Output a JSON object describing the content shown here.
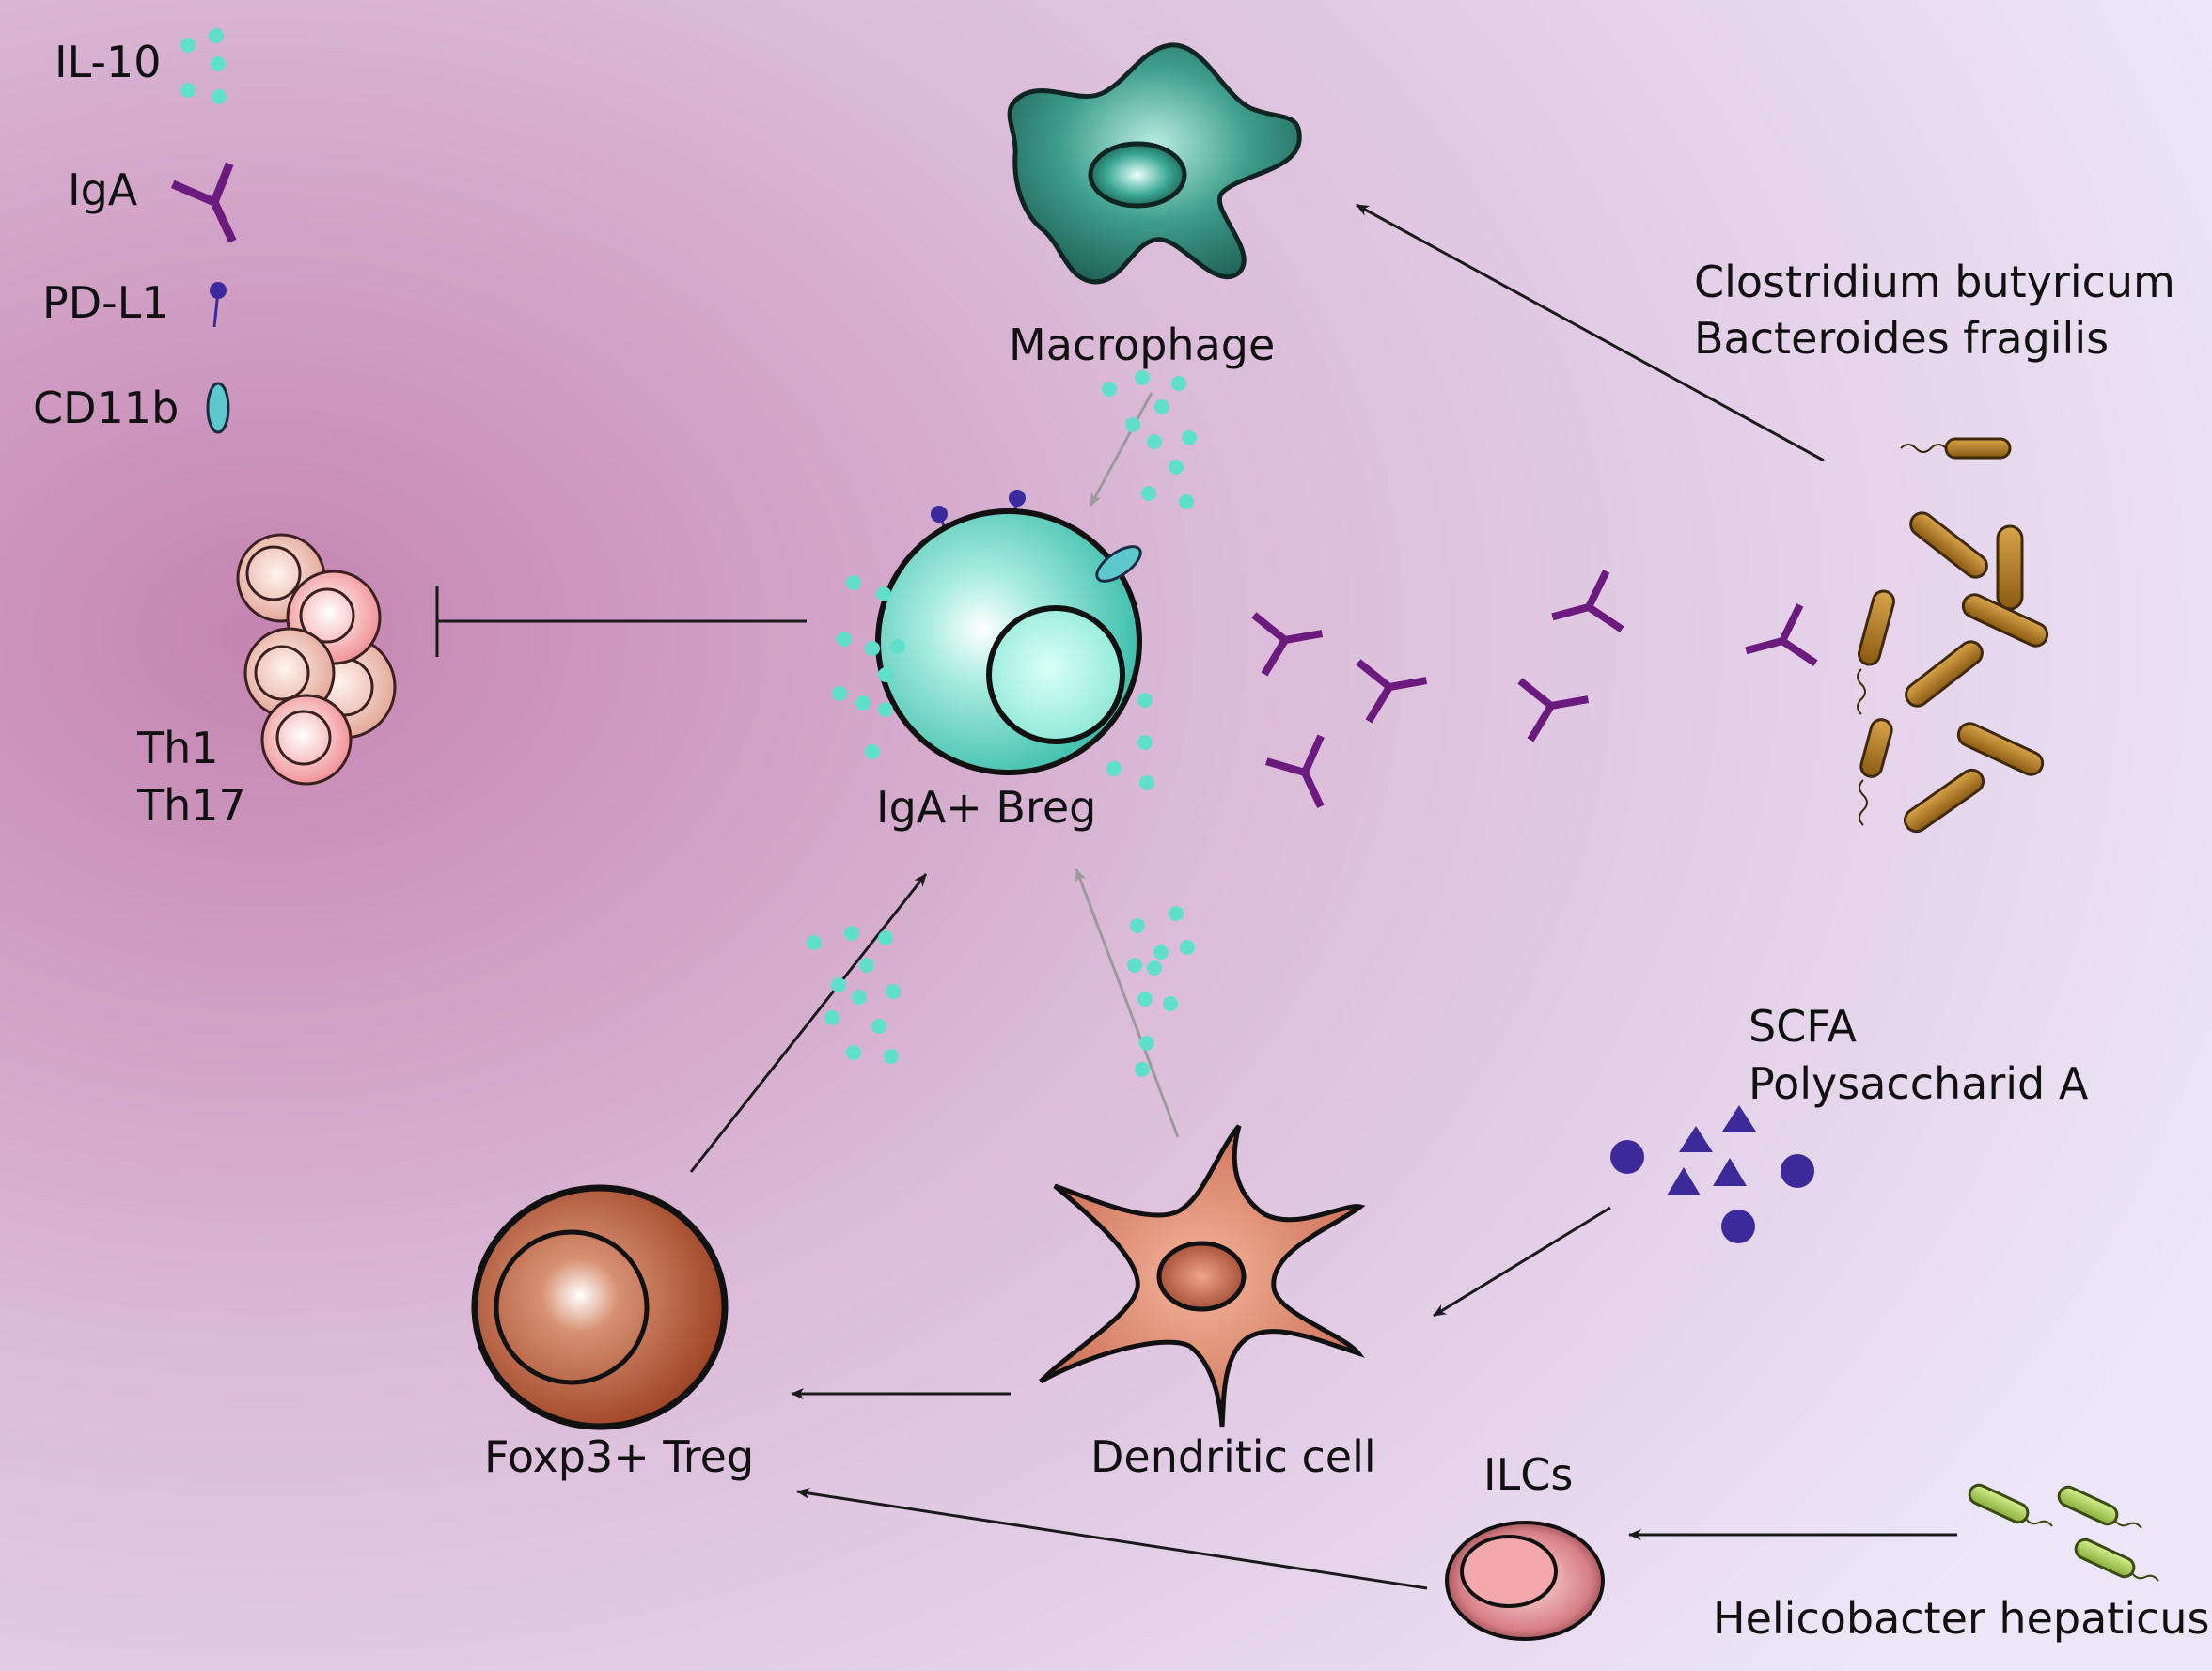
{
  "legend": {
    "il10": "IL-10",
    "iga": "IgA",
    "pdl1": "PD-L1",
    "cd11b": "CD11b"
  },
  "cells": {
    "macrophage": "Macrophage",
    "breg": "IgA+ Breg",
    "th_line1": "Th1",
    "th_line2": "Th17",
    "treg": "Foxp3+ Treg",
    "dendritic": "Dendritic cell",
    "ilcs": "ILCs"
  },
  "microbes": {
    "bacteria_line1": "Clostridium butyricum",
    "bacteria_line2": "Bacteroides fragilis",
    "metabolite_line1": "SCFA",
    "metabolite_line2": "Polysaccharid A",
    "helicobacter": "Helicobacter hepaticus"
  },
  "colors": {
    "il10": "#5fe0cc",
    "iga": "#6b1a7e",
    "pdl1": "#3a2a9e",
    "cd11b": "#5ec8cf",
    "bacteria": "#b37a22",
    "helicobacter": "#a9cf5a",
    "metabolite": "#3d2a9a",
    "arrow_dark": "#1a1a1a",
    "arrow_gray": "#9a9a9a"
  }
}
